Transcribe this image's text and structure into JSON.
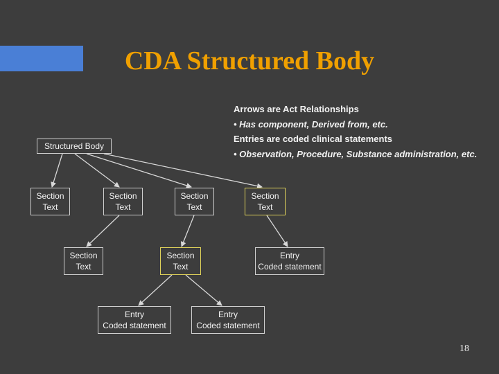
{
  "slide": {
    "title": "CDA Structured Body",
    "accent_color": "#4a7fd6",
    "page_number": "18"
  },
  "notes": {
    "line1": "Arrows are Act Relationships",
    "line2": "• Has component, Derived from, etc.",
    "line3": "Entries are coded clinical statements",
    "line4": "• Observation, Procedure, Substance administration, etc."
  },
  "diagram": {
    "root": {
      "label": "Structured Body"
    },
    "nodes": {
      "s1": {
        "line1": "Section",
        "line2": "Text"
      },
      "s2": {
        "line1": "Section",
        "line2": "Text"
      },
      "s3": {
        "line1": "Section",
        "line2": "Text"
      },
      "s4": {
        "line1": "Section",
        "line2": "Text"
      },
      "s5": {
        "line1": "Section",
        "line2": "Text"
      },
      "s6": {
        "line1": "Section",
        "line2": "Text"
      },
      "e1": {
        "line1": "Entry",
        "line2": "Coded statement"
      },
      "e2": {
        "line1": "Entry",
        "line2": "Coded statement"
      },
      "e3": {
        "line1": "Entry",
        "line2": "Coded statement"
      }
    },
    "colors": {
      "border": "#cfcfcf",
      "highlight_border": "#e0d25a",
      "arrow": "#d8d8d8"
    }
  }
}
